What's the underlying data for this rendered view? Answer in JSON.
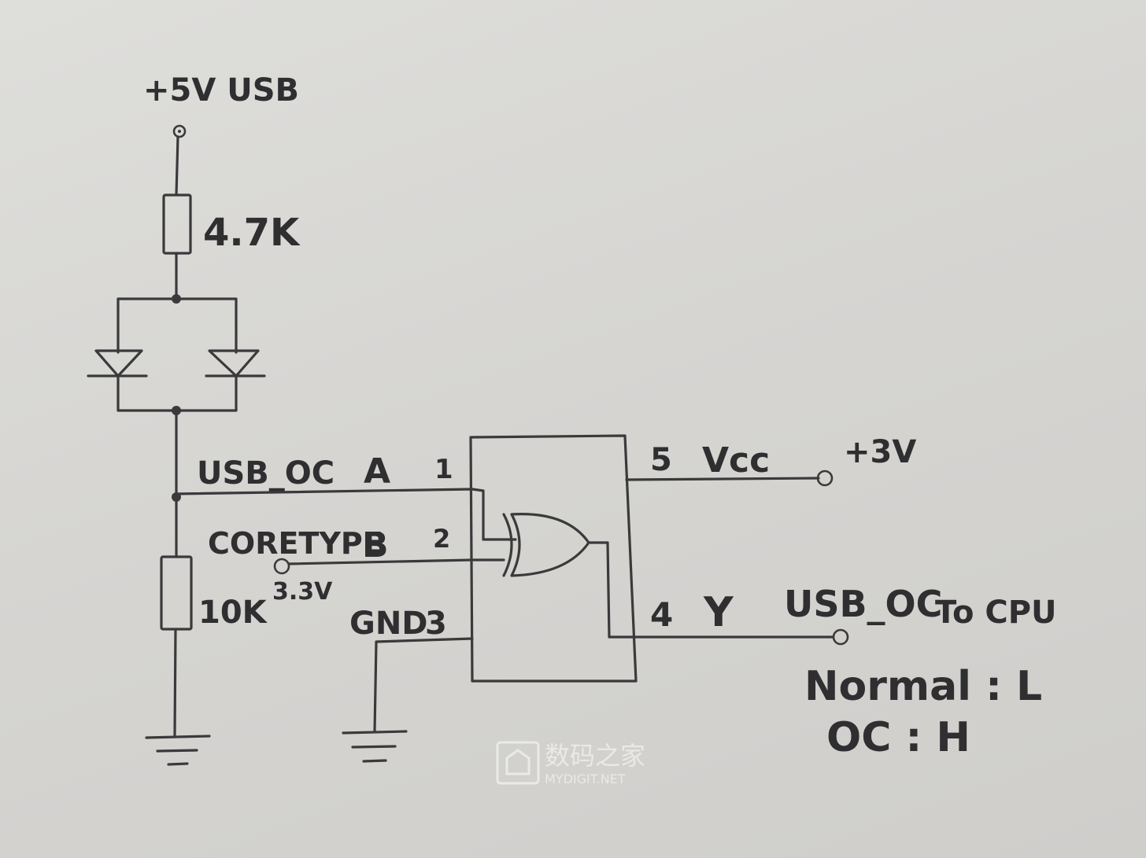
{
  "labels": {
    "supply_in": "+5V USB",
    "r1_value": "4.7K",
    "node_a_name": "USB_OC",
    "node_a_letter": "A",
    "pin1": "1",
    "node_b_name": "CORETYPE",
    "node_b_letter": "B",
    "pin2": "2",
    "node_b_voltage": "3.3V",
    "r2_value": "10K",
    "gnd_pin_name": "GND",
    "pin3": "3",
    "pin5": "5",
    "vcc_name": "Vcc",
    "supply_ic": "+3V",
    "pin4": "4",
    "out_name": "Y",
    "out_signal": "USB_OC",
    "out_dest": "To CPU",
    "normal_state": "Normal : L",
    "oc_state": "OC : H"
  },
  "watermark": {
    "name": "数码之家",
    "site": "MYDIGIT.NET"
  }
}
